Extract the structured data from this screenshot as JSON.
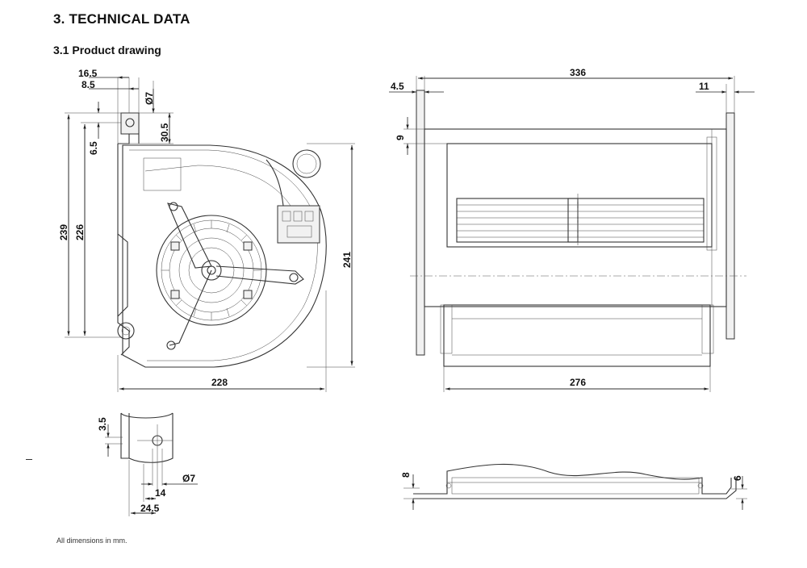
{
  "heading": "3. TECHNICAL DATA",
  "subheading": "3.1 Product drawing",
  "footnote": "All dimensions in mm.",
  "dimensions": {
    "d16_5": "16.5",
    "d8_5": "8.5",
    "d7": "Ø7",
    "d30_5": "30.5",
    "d6_5": "6.5",
    "d239": "239",
    "d226": "226",
    "d241": "241",
    "d228": "228",
    "d3_5": "3.5",
    "d7b": "Ø7",
    "d14": "14",
    "d24_5": "24.5",
    "d4_5": "4.5",
    "d336": "336",
    "d11": "11",
    "d9": "9",
    "d276": "276",
    "d8": "8",
    "d6": "6"
  }
}
